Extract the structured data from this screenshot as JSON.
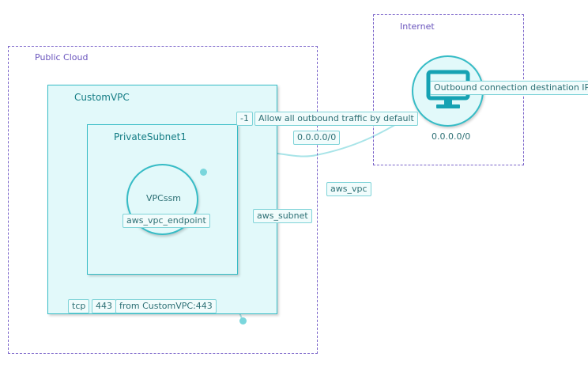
{
  "groups": {
    "public_cloud": "Public Cloud",
    "internet": "Internet"
  },
  "boxes": {
    "custom_vpc": "CustomVPC",
    "private_subnet": "PrivateSubnet1"
  },
  "nodes": {
    "vpcssm": {
      "title": "VPCssm",
      "type": "aws_vpc_endpoint"
    },
    "outbound": {
      "title": "Outbound connection destination IP",
      "cidr": "0.0.0.0/0",
      "icon": "monitor-icon"
    }
  },
  "tags": {
    "aws_subnet": "aws_subnet",
    "aws_vpc": "aws_vpc",
    "egress_rule_num": "-1",
    "egress_rule_desc": "Allow all outbound traffic by default",
    "egress_cidr": "0.0.0.0/0",
    "ingress_protocol": "tcp",
    "ingress_port": "443",
    "ingress_source": "from CustomVPC:443"
  },
  "colors": {
    "group_border": "#7a63c9",
    "box_fill": "#e2f9fa",
    "box_border": "#36bcc6",
    "edge": "#a8e4e8"
  }
}
